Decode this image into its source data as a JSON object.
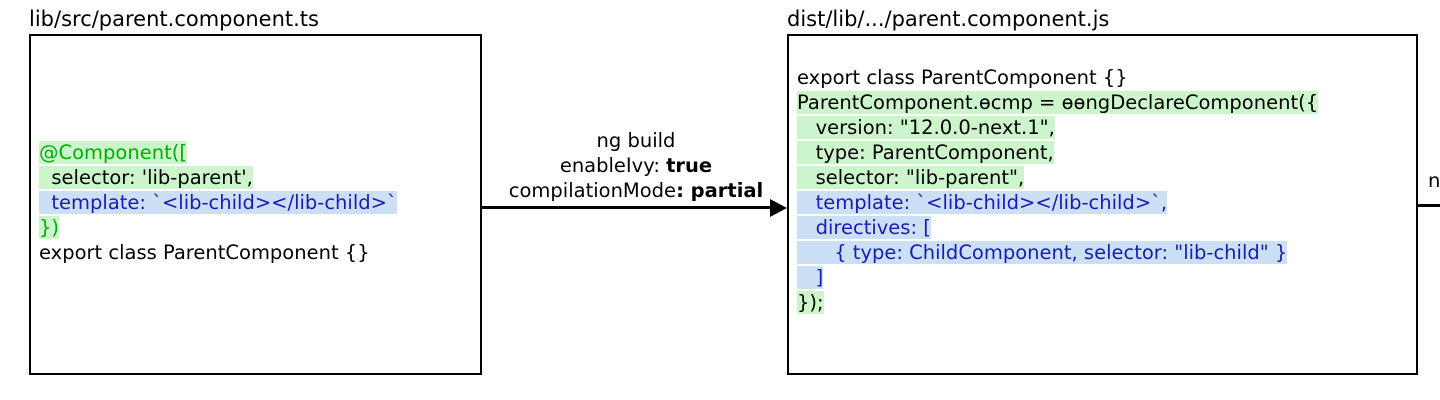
{
  "left_panel": {
    "title": "lib/src/parent.component.ts",
    "code_lines": [
      {
        "id": "l1",
        "segments": [
          {
            "text": "@Component([",
            "color": "green",
            "highlight": "green"
          }
        ]
      },
      {
        "id": "l2",
        "segments": [
          {
            "text": "  selector: 'lib-parent',",
            "color": "black",
            "highlight": "green"
          }
        ]
      },
      {
        "id": "l3",
        "segments": [
          {
            "text": "  template: `<lib-child></lib-child>`",
            "color": "blue",
            "highlight": "blue"
          }
        ]
      },
      {
        "id": "l4",
        "segments": [
          {
            "text": "})",
            "color": "green",
            "highlight": "green"
          }
        ]
      },
      {
        "id": "l5",
        "segments": [
          {
            "text": "export class ParentComponent {}",
            "color": "black",
            "highlight": "none"
          }
        ]
      }
    ]
  },
  "transform_arrow": {
    "label_line_1": "ng build",
    "label_line_2_key": "enableIvy: ",
    "label_line_2_value": "true",
    "label_line_3_key": "compilationMode",
    "label_line_3_value": ": partial"
  },
  "right_panel": {
    "title": "dist/lib/.../parent.component.js",
    "code_lines": [
      {
        "id": "r1",
        "segments": [
          {
            "text": "export class ParentComponent {}",
            "color": "black",
            "highlight": "none"
          }
        ]
      },
      {
        "id": "r2",
        "segments": [
          {
            "text": "ParentComponent.ɵcmp = ɵɵngDeclareComponent({",
            "color": "black",
            "highlight": "green"
          }
        ]
      },
      {
        "id": "r3",
        "segments": [
          {
            "text": "   version: \"12.0.0-next.1\",",
            "color": "black",
            "highlight": "green"
          }
        ]
      },
      {
        "id": "r4",
        "segments": [
          {
            "text": "   type: ParentComponent,",
            "color": "black",
            "highlight": "green"
          }
        ]
      },
      {
        "id": "r5",
        "segments": [
          {
            "text": "   selector: \"lib-parent\",",
            "color": "black",
            "highlight": "green"
          }
        ]
      },
      {
        "id": "r6",
        "segments": [
          {
            "text": "   template: `<lib-child></lib-child>`,",
            "color": "blue",
            "highlight": "blue"
          }
        ]
      },
      {
        "id": "r7",
        "segments": [
          {
            "text": "   directives: [",
            "color": "blue",
            "highlight": "blue"
          }
        ]
      },
      {
        "id": "r8",
        "segments": [
          {
            "text": "      { type: ChildComponent, selector: \"lib-child\" }",
            "color": "blue",
            "highlight": "blue"
          }
        ]
      },
      {
        "id": "r9",
        "segments": [
          {
            "text": "   ]",
            "color": "blue",
            "highlight": "blue"
          }
        ]
      },
      {
        "id": "r10",
        "segments": [
          {
            "text": "});",
            "color": "black",
            "highlight": "green"
          }
        ]
      }
    ]
  },
  "edge_fragment": {
    "text": "n"
  },
  "colors": {
    "highlight_green": "#ccf5cc",
    "highlight_blue": "#cce0f5",
    "text_green": "#00b000",
    "text_blue": "#1a1ab4",
    "text_black": "#000000",
    "border": "#000000",
    "background": "#ffffff"
  }
}
